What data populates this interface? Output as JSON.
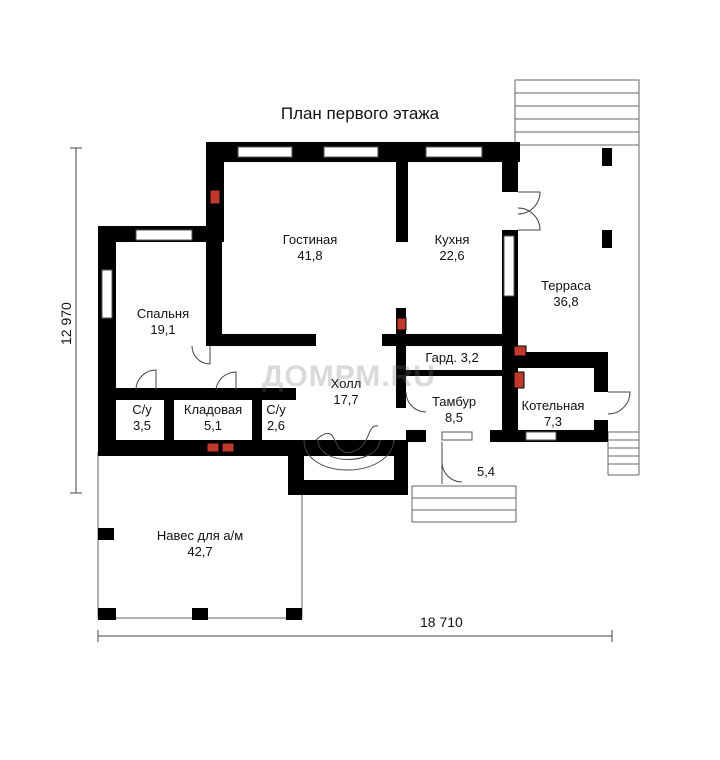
{
  "title": "План первого этажа",
  "dimensions": {
    "width": "18 710",
    "height": "12 970"
  },
  "watermark": "ДОМРМ.RU",
  "rooms": {
    "living": {
      "name": "Гостиная",
      "area": "41,8"
    },
    "kitchen": {
      "name": "Кухня",
      "area": "22,6"
    },
    "terrace": {
      "name": "Терраса",
      "area": "36,8"
    },
    "bedroom": {
      "name": "Спальня",
      "area": "19,1"
    },
    "garderob": {
      "name": "Гард.",
      "area": "3,2"
    },
    "hall": {
      "name": "Холл",
      "area": "17,7"
    },
    "vestibule": {
      "name": "Тамбур",
      "area": "8,5"
    },
    "boiler": {
      "name": "Котельная",
      "area": "7,3"
    },
    "wc1": {
      "name": "С/у",
      "area": "3,5"
    },
    "storage": {
      "name": "Кладовая",
      "area": "5,1"
    },
    "wc2": {
      "name": "С/у",
      "area": "2,6"
    },
    "porch": {
      "area": "5,4"
    },
    "carport": {
      "name": "Навес для а/м",
      "area": "42,7"
    }
  },
  "colors": {
    "wall": "#000000",
    "chimney": "#c0392b",
    "line": "#555555"
  }
}
